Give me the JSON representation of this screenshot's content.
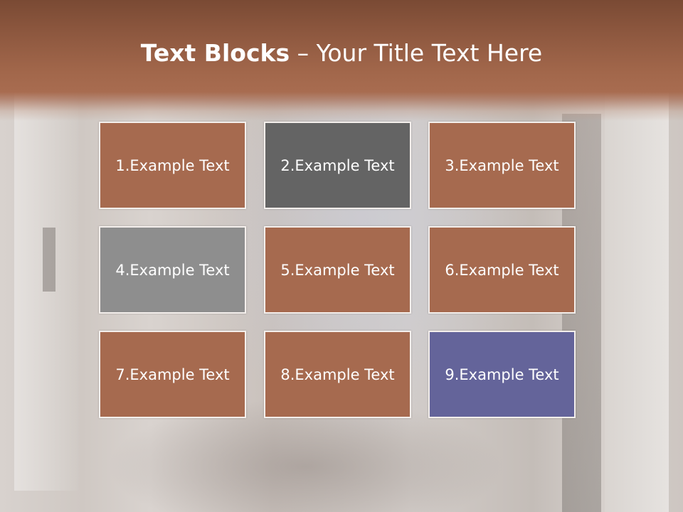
{
  "title": {
    "bold": "Text Blocks",
    "separator": " – ",
    "rest": "Your Title Text Here"
  },
  "colors": {
    "header": "#a2674b",
    "brown_block": "#a66a4f",
    "dark_grey_block": "#646464",
    "light_grey_block": "#8e8e8e",
    "blue_block": "#64649a",
    "text": "#ffffff"
  },
  "blocks": [
    {
      "label": "1.Example Text",
      "color": "#a66a4f"
    },
    {
      "label": "2.Example Text",
      "color": "#646464"
    },
    {
      "label": "3.Example Text",
      "color": "#a66a4f"
    },
    {
      "label": "4.Example Text",
      "color": "#8e8e8e"
    },
    {
      "label": "5.Example Text",
      "color": "#a66a4f"
    },
    {
      "label": "6.Example Text",
      "color": "#a66a4f"
    },
    {
      "label": "7.Example Text",
      "color": "#a66a4f"
    },
    {
      "label": "8.Example Text",
      "color": "#a66a4f"
    },
    {
      "label": "9.Example Text",
      "color": "#64649a"
    }
  ]
}
